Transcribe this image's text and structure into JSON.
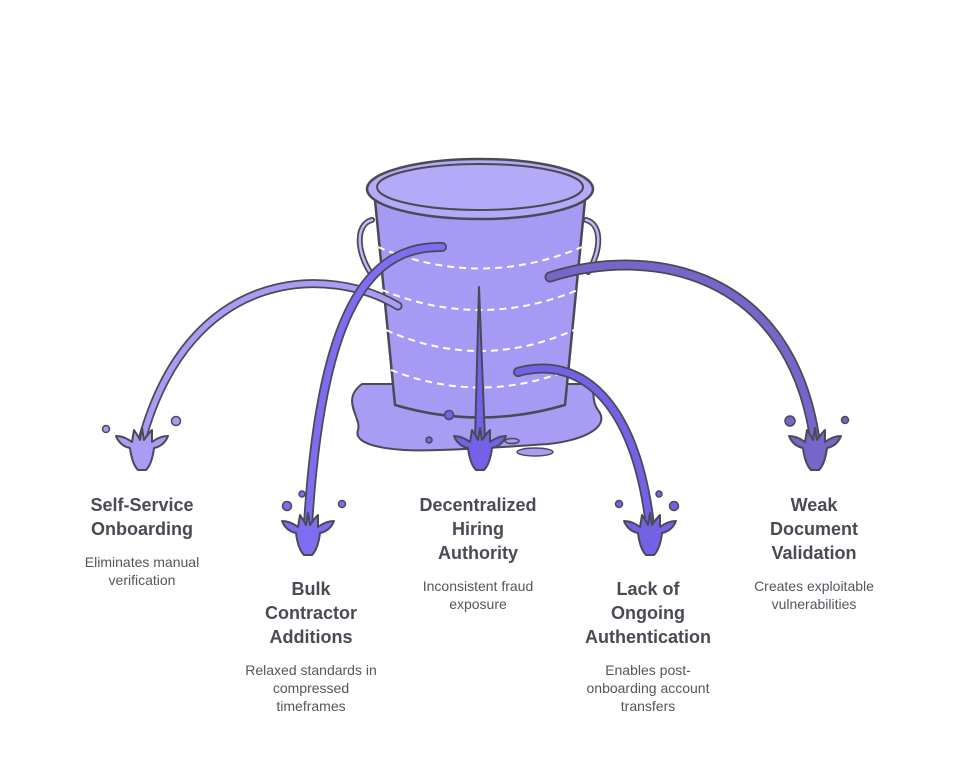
{
  "colors": {
    "bucket_fill": "#a79af5",
    "bucket_rim": "#b5aaf7",
    "outline": "#4a4a55",
    "stream_1": "#a99cf5",
    "stream_2": "#7e6df0",
    "stream_3": "#7560ea",
    "stream_4": "#7361e6",
    "stream_5": "#7666c9",
    "text_title": "#4a4a55",
    "text_desc": "#55555f"
  },
  "icons": {
    "bucket": "leaking-bucket-icon",
    "splash": "water-splash-icon"
  },
  "leaks": [
    {
      "title": "Self-Service\nOnboarding",
      "description": "Eliminates manual\nverification"
    },
    {
      "title": "Bulk\nContractor\nAdditions",
      "description": "Relaxed standards in\ncompressed\ntimeframes"
    },
    {
      "title": "Decentralized\nHiring\nAuthority",
      "description": "Inconsistent fraud\nexposure"
    },
    {
      "title": "Lack of\nOngoing\nAuthentication",
      "description": "Enables post-\nonboarding account\ntransfers"
    },
    {
      "title": "Weak\nDocument\nValidation",
      "description": "Creates exploitable\nvulnerabilities"
    }
  ]
}
